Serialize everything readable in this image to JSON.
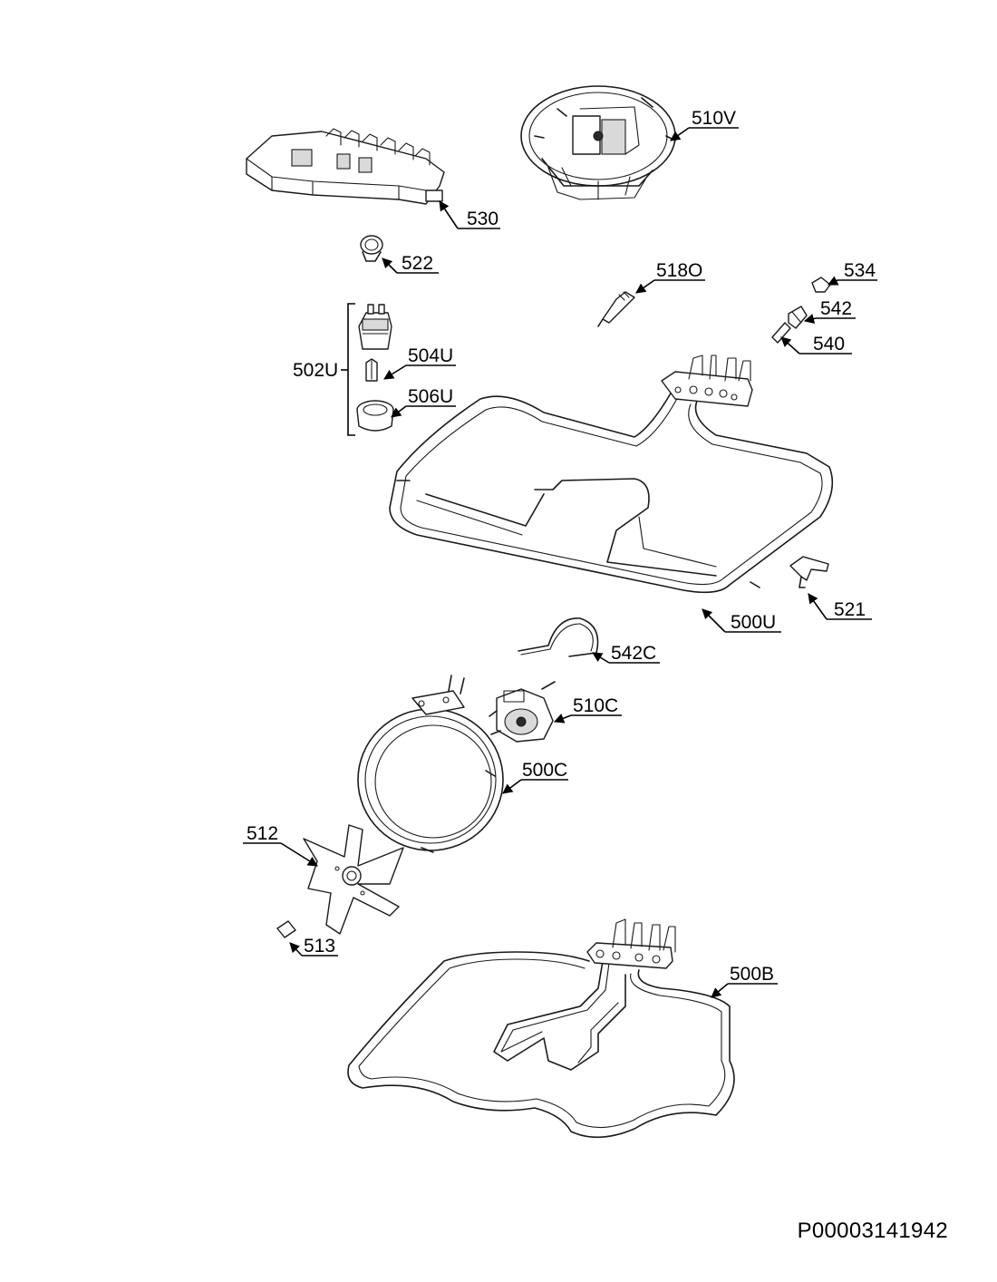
{
  "drawing_number": "P00003141942",
  "callouts": {
    "c510V": "510V",
    "c530": "530",
    "c522": "522",
    "c518O": "518O",
    "c534": "534",
    "c542": "542",
    "c540": "540",
    "c502U": "502U",
    "c504U": "504U",
    "c506U": "506U",
    "c521": "521",
    "c500U": "500U",
    "c542C": "542C",
    "c510C": "510C",
    "c500C": "500C",
    "c512": "512",
    "c513": "513",
    "c500B": "500B"
  },
  "colors": {
    "line": "#1a1a1a",
    "label": "#000000",
    "background": "#ffffff"
  }
}
